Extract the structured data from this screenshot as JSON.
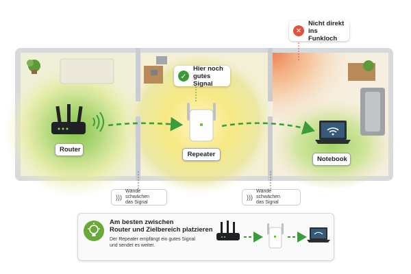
{
  "callouts": {
    "good_signal": {
      "line1": "Hier noch",
      "line2": "gutes Signal",
      "icon": "check-icon",
      "color": "#3b9b3b"
    },
    "no_dead_zone": {
      "line1": "Nicht direkt",
      "line2": "ins Funkloch",
      "icon": "x-icon",
      "color": "#e2533d"
    }
  },
  "devices": {
    "router": "Router",
    "repeater": "Repeater",
    "notebook": "Notebook"
  },
  "wall_notes": [
    {
      "line1": "Wände schwächen",
      "line2": "das Signal",
      "icon": "signal-wave-icon"
    },
    {
      "line1": "Wände schwächen",
      "line2": "das Signal",
      "icon": "signal-wave-icon"
    }
  ],
  "tip": {
    "heading_line1": "Am besten zwischen",
    "heading_line2": "Router und Zielbereich platzieren",
    "desc_line1": "Der Repeater empfängt ein gutes Signal",
    "desc_line2": "und sendet es weiter.",
    "icon": "lightbulb-icon"
  },
  "colors": {
    "strong_signal": "#8cc84b",
    "medium_signal": "#f4e06a",
    "weak_signal": "#f08a5d",
    "arrow": "#3a9c3a"
  }
}
